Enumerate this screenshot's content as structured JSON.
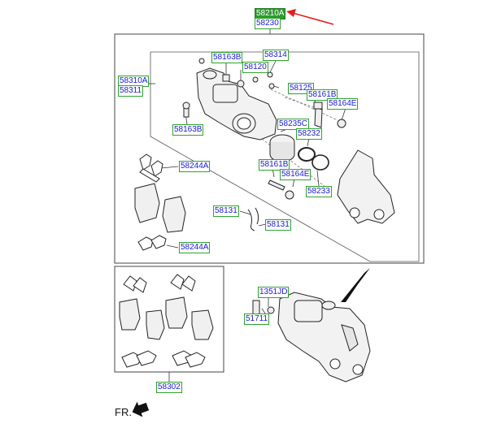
{
  "labels": {
    "l58210A": "58210A",
    "l58230": "58230",
    "l58310A": "58310A",
    "l58311": "58311",
    "l58163B_top": "58163B",
    "l58120": "58120",
    "l58314": "58314",
    "l58125": "58125",
    "l58161B_top": "58161B",
    "l58164E_top": "58164E",
    "l58163B_left": "58163B",
    "l58235C": "58235C",
    "l58232": "58232",
    "l58161B_mid": "58161B",
    "l58164E_mid": "58164E",
    "l58233": "58233",
    "l58244A_top": "58244A",
    "l58131_a": "58131",
    "l58131_b": "58131",
    "l58244A_bot": "58244A",
    "l58302": "58302",
    "l1351JD": "1351JD",
    "l51711": "51711"
  },
  "direction": "FR.",
  "colors": {
    "label_border": "#2ea32e",
    "label_text": "#1a1ad6",
    "highlight_fill": "#2f9a2f",
    "pointer_arrow": "#e02020",
    "line": "#333333"
  }
}
